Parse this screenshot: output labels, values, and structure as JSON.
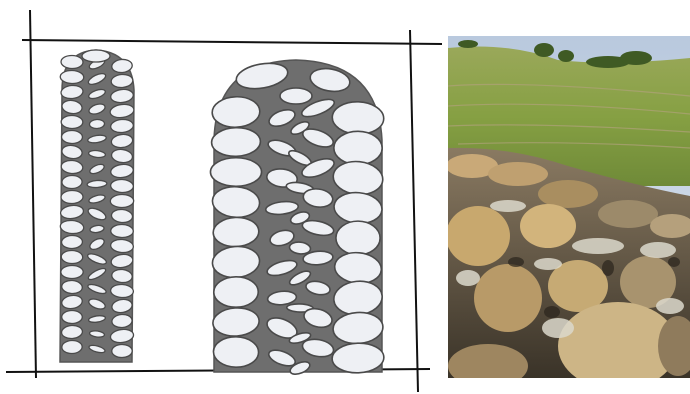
{
  "figure": {
    "left_panel": {
      "content": "hand-drawn-sketch",
      "subjects": [
        "narrow-dry-stone-wall-section",
        "wide-dry-stone-wall-section"
      ],
      "colors": {
        "stone_fill": "#eef0f4",
        "stone_outline": "#4a4a4a",
        "mortar_fill": "#6e6e6e",
        "frame_lines": "#111111"
      }
    },
    "right_panel": {
      "content": "photograph",
      "subject": "dry-stone-wall-with-vineyard-hillside",
      "colors": {
        "sky": "#c9d6e6",
        "hillside": "#8da24a",
        "stone": "#b79a6a",
        "lichen": "#d9d6c8"
      }
    }
  }
}
